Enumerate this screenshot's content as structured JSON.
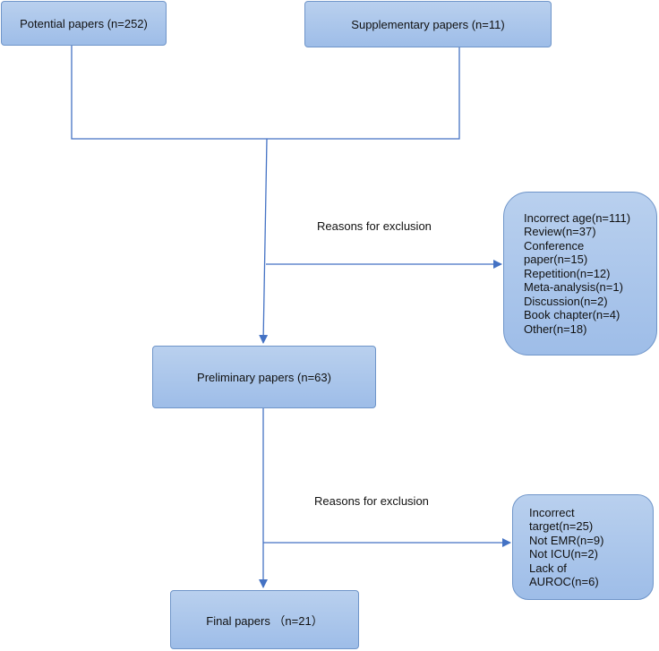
{
  "boxes": {
    "potential": "Potential papers (n=252)",
    "supplementary": "Supplementary papers (n=11)",
    "preliminary": "Preliminary papers (n=63)",
    "final": "Final papers （n=21）"
  },
  "exclusion_1": {
    "label": "Reasons for exclusion",
    "items": [
      "Incorrect age(n=111)",
      "Review(n=37)",
      "Conference",
      "paper(n=15)",
      "Repetition(n=12)",
      "Meta-analysis(n=1)",
      "Discussion(n=2)",
      "Book chapter(n=4)",
      "Other(n=18)"
    ]
  },
  "exclusion_2": {
    "label": "Reasons for exclusion",
    "items": [
      "Incorrect",
      "target(n=25)",
      "Not EMR(n=9)",
      "Not ICU(n=2)",
      "Lack of",
      "AUROC(n=6)"
    ]
  },
  "colors": {
    "box_fill": "#a8c4ec",
    "box_border": "#6f95c9",
    "connector": "#4472c4"
  }
}
